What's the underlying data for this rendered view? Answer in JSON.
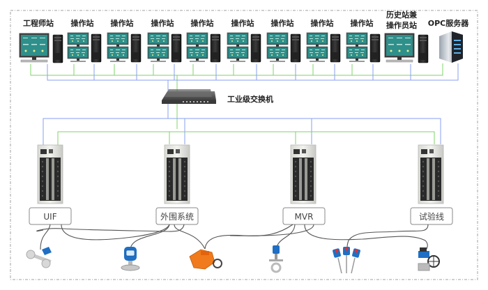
{
  "diagram": {
    "stations": [
      {
        "id": "eng",
        "label": "工程师站",
        "type": "single-monitor"
      },
      {
        "id": "op1",
        "label": "操作站",
        "type": "dual-monitor"
      },
      {
        "id": "op2",
        "label": "操作站",
        "type": "dual-monitor"
      },
      {
        "id": "op3",
        "label": "操作站",
        "type": "dual-monitor"
      },
      {
        "id": "op4",
        "label": "操作站",
        "type": "dual-monitor"
      },
      {
        "id": "op5",
        "label": "操作站",
        "type": "dual-monitor"
      },
      {
        "id": "op6",
        "label": "操作站",
        "type": "dual-monitor"
      },
      {
        "id": "op7",
        "label": "操作站",
        "type": "dual-monitor"
      },
      {
        "id": "op8",
        "label": "操作站",
        "type": "dual-monitor"
      },
      {
        "id": "hist",
        "label_line1": "历史站兼",
        "label_line2": "操作员站",
        "type": "single-monitor"
      },
      {
        "id": "opc",
        "label": "OPC服务器",
        "type": "server"
      }
    ],
    "switch": {
      "label": "工业级交换机"
    },
    "controllers": [
      {
        "id": "uif",
        "label": "UIF"
      },
      {
        "id": "periph",
        "label": "外围系统"
      },
      {
        "id": "mvr",
        "label": "MVR"
      },
      {
        "id": "test",
        "label": "试验线"
      }
    ],
    "field_devices": [
      {
        "id": "flowmeter",
        "name": "flow meter"
      },
      {
        "id": "pressure",
        "name": "pressure transmitter"
      },
      {
        "id": "actuator",
        "name": "electric actuator"
      },
      {
        "id": "vortex",
        "name": "vortex flowmeter"
      },
      {
        "id": "thermo",
        "name": "temperature sensors"
      },
      {
        "id": "valve",
        "name": "control valve"
      }
    ],
    "colors": {
      "network_a": "#7fd36a",
      "network_b": "#8a9ff0",
      "frame": "#a0a0a0",
      "screen": "#2f8f8a",
      "actuator": "#f07a1c",
      "device_blue": "#1f6fc4"
    }
  }
}
